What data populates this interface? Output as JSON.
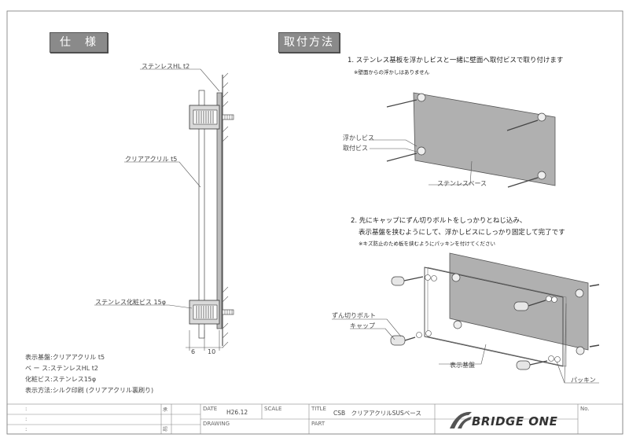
{
  "headings": {
    "spec": "仕　様",
    "method": "取付方法"
  },
  "section_view": {
    "label_hl": "ステンレスHL t2",
    "label_acrylic": "クリアアクリル t5",
    "label_screw": "ステンレス化粧ビス 15φ",
    "dim_left": "6",
    "dim_right": "10"
  },
  "specs": [
    "表示基盤:クリアアクリル t5",
    "ベ ー ス:ステンレスHL t2",
    "化粧ビス:ステンレス15φ",
    "表示方法:シルク印刷 (クリアアクリル裏刷り)"
  ],
  "steps": {
    "step1": "1. ステンレス基板を浮かしビスと一緒に壁面へ取付ビスで取り付けます",
    "step1_note": "※壁面からの浮かしはありません",
    "label_float_screw": "浮かしビス",
    "label_mount_screw": "取付ビス",
    "label_base": "ステンレスベース",
    "step2_line1": "2. 先にキャップにずん切りボルトをしっかりとねじ込み、",
    "step2_line2": "表示基盤を挟むようにして、浮かしビスにしっかり固定して完了です",
    "step2_note": "※キズ防止のため板を挟むようにパッキンを付けてください",
    "label_bolt": "ずん切りボルト",
    "label_cap": "キャップ",
    "label_board": "表示基盤",
    "label_packing": "パッキン"
  },
  "title_block": {
    "approval": "承",
    "check": "認",
    "date_label": "DATE",
    "date_value": "H26.12",
    "scale_label": "SCALE",
    "title_label": "TITLE",
    "title_value": "CSB　クリアアクリルSUSベース",
    "drawing_label": "DRAWING",
    "part_label": "PART",
    "no_label": "No.",
    "logo": "BRIDGE ONE",
    "row_marks": [
      ":",
      ":",
      ":"
    ]
  }
}
